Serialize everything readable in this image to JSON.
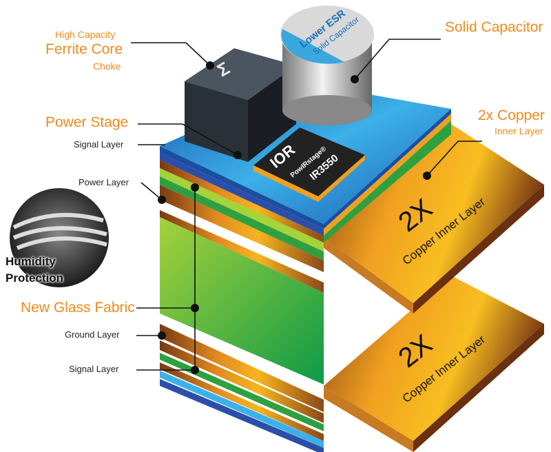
{
  "labels": {
    "ferrite_pre": "High Capacity",
    "ferrite_main": "Ferrite Core",
    "ferrite_post": "Choke",
    "solid_capacitor": "Solid Capacitor",
    "power_stage": "Power Stage",
    "copper_main": "2x Copper",
    "copper_sub": "Inner Layer",
    "signal_layer_top": "Signal Layer",
    "power_layer": "Power Layer",
    "new_glass_fabric": "New Glass Fabric",
    "ground_layer": "Ground Layer",
    "signal_layer_bottom": "Signal Layer",
    "humidity_line1": "Humidity",
    "humidity_line2": "Protection"
  },
  "capacitor_text": {
    "line1": "Lower ESR",
    "line2": "Solid Capacitor"
  },
  "chip_text": {
    "logo": "IOR",
    "line1": "PowIRstage®",
    "line2": "IR3550"
  },
  "copper_block_text": {
    "big": "2X",
    "small": "Copper Inner Layer"
  },
  "colors": {
    "accent_orange": "#f08a1c",
    "glass_green": "#3aa63a",
    "pcb_blue": "#1d7fc4",
    "copper": "#c8701e"
  }
}
